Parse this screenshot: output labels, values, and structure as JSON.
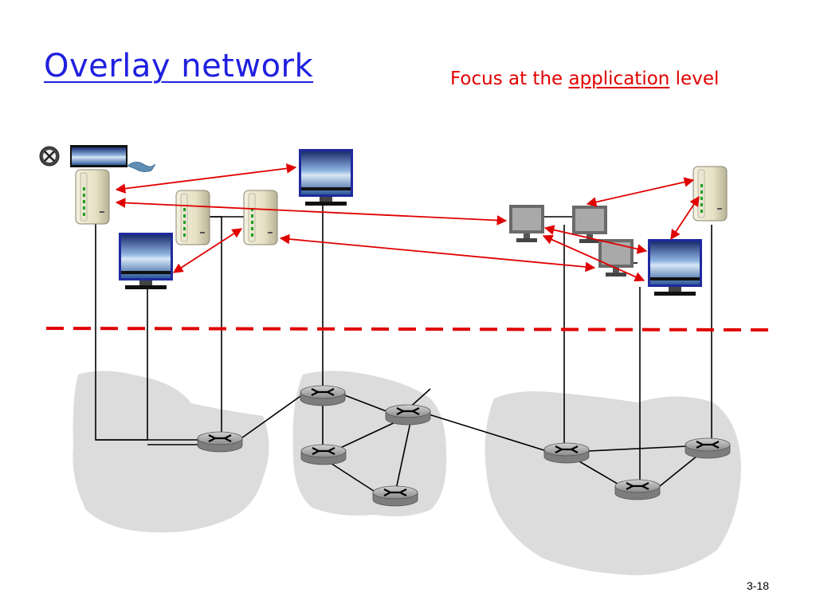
{
  "slide": {
    "title": "Overlay network",
    "subtitle_prefix": "Focus at the ",
    "subtitle_emphasis": "application",
    "subtitle_suffix": " level",
    "number": "3-18"
  },
  "colors": {
    "title": "#2020e0",
    "subtitle": "#e00000",
    "overlay_edge": "#e00000",
    "separator": "#e00000",
    "network_blob": "#dcdcdc",
    "router": "#b8b8b8"
  },
  "icons": {
    "host": "tower-server-icon",
    "display": "lcd-monitor-icon",
    "desktop": "desktop-computer-icon",
    "router": "router-icon",
    "camera": "video-camera-icon"
  }
}
